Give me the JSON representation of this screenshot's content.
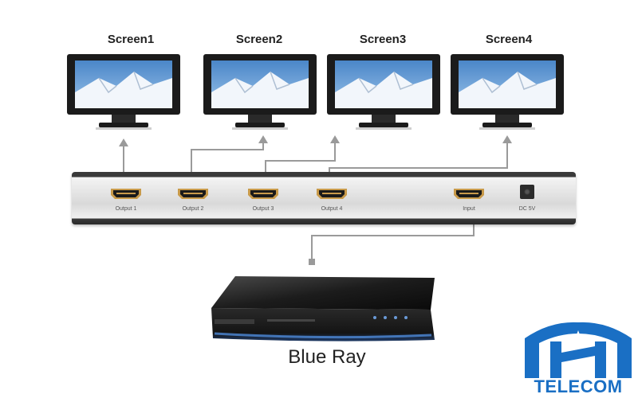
{
  "screens": [
    {
      "label": "Screen1"
    },
    {
      "label": "Screen2"
    },
    {
      "label": "Screen3"
    },
    {
      "label": "Screen4"
    }
  ],
  "splitter": {
    "ports": [
      {
        "label": "Output 1"
      },
      {
        "label": "Output 2"
      },
      {
        "label": "Output 3"
      },
      {
        "label": "Output 4"
      },
      {
        "label": "Input"
      }
    ],
    "power_label": "DC 5V"
  },
  "source_device": {
    "label": "Blue Ray"
  },
  "logo": {
    "text": "TELECOM",
    "color": "#1a6fc4"
  },
  "colors": {
    "wire": "#9a9a9a",
    "logo_blue": "#1a6fc4",
    "port_gold": "#c89a4a"
  }
}
